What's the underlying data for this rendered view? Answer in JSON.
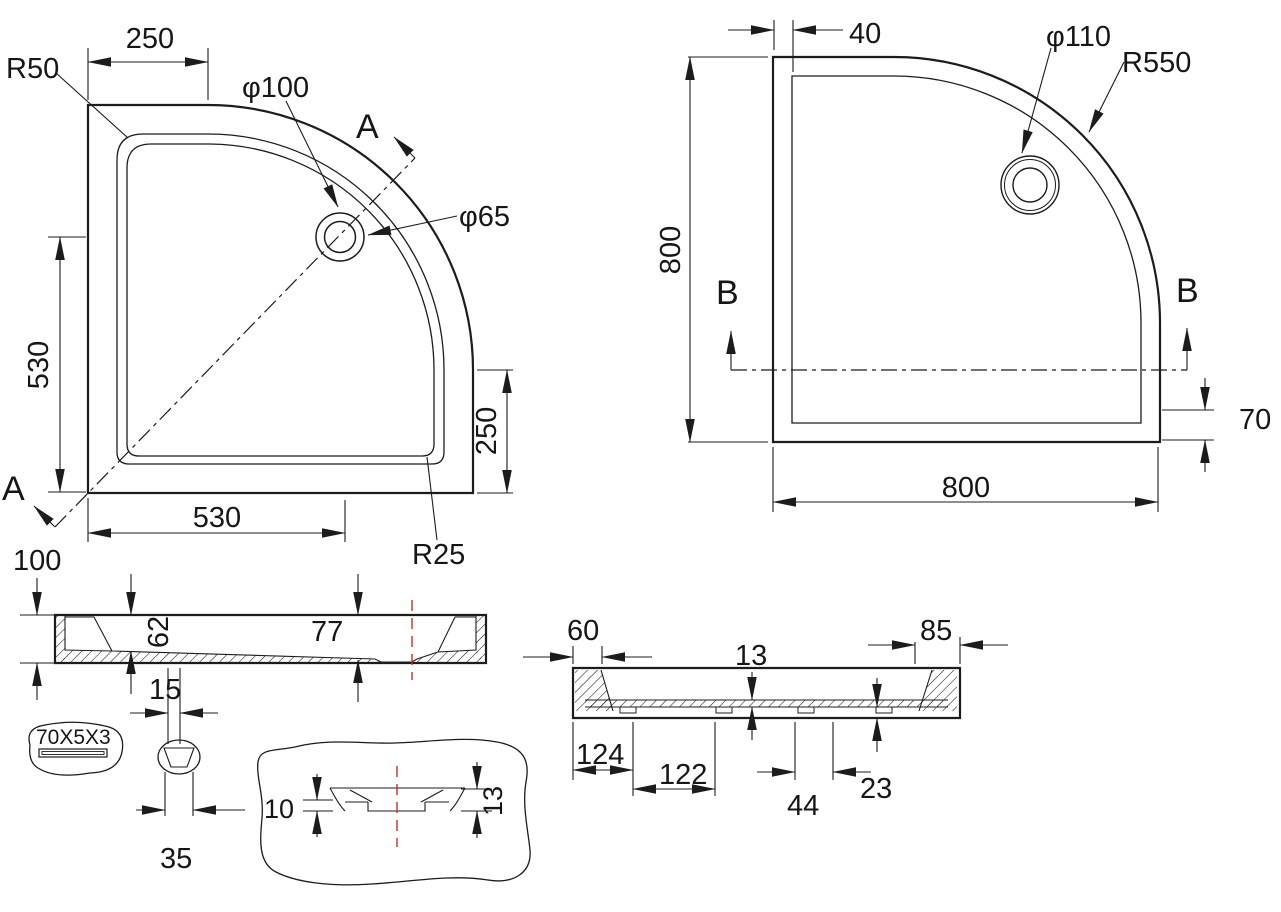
{
  "drawing_title": "quadrant shower tray technical drawing",
  "colors": {
    "line": "#1c1c1c",
    "centerline": "#cc2a2a",
    "background": "#ffffff"
  },
  "top_view": {
    "r50": "R50",
    "dia100": "φ100",
    "dia65": "φ65",
    "r25": "R25",
    "dim_250_top": "250",
    "dim_530_left": "530",
    "dim_530_bottom": "530",
    "dim_250_right": "250",
    "section_label": "A"
  },
  "bottom_view": {
    "dim_40": "40",
    "dia110": "φ110",
    "r550": "R550",
    "dim_800_left": "800",
    "dim_800_bottom": "800",
    "dim_70": "70",
    "section_label": "B"
  },
  "section_aa": {
    "dim_100": "100",
    "dim_62": "62",
    "dim_77": "77",
    "dim_15": "15",
    "note": "70X5X3",
    "dim_35": "35",
    "dim_10": "10",
    "dim_13": "13"
  },
  "section_bb": {
    "dim_60": "60",
    "dim_13": "13",
    "dim_85": "85",
    "dim_124": "124",
    "dim_122": "122",
    "dim_44": "44",
    "dim_23": "23"
  }
}
